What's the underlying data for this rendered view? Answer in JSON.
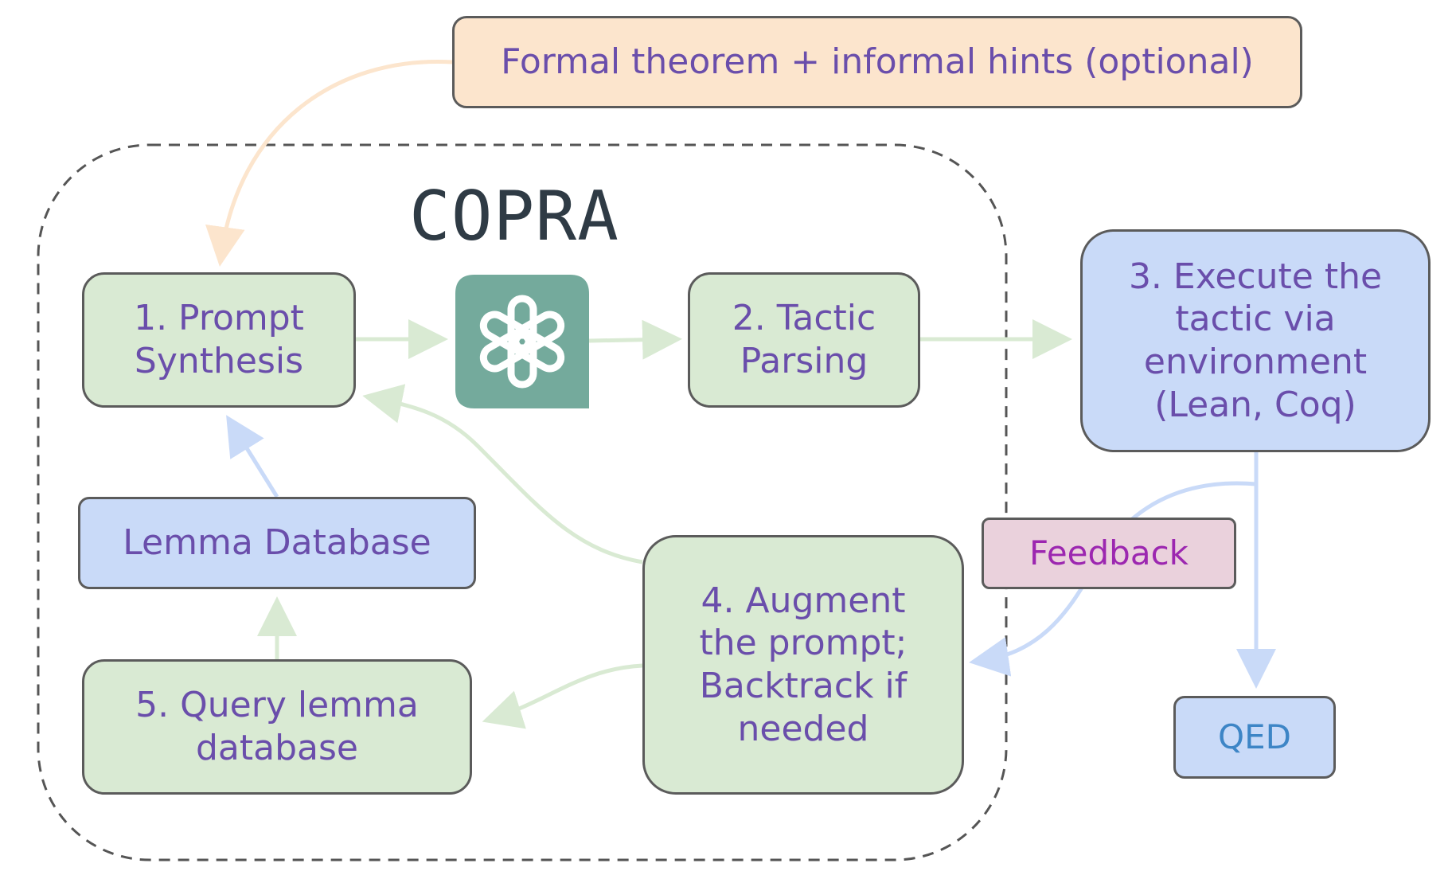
{
  "diagram": {
    "container_title": "COPRA",
    "nodes": {
      "input": "Formal theorem + informal hints (optional)",
      "prompt_synthesis": "1.  Prompt\nSynthesis",
      "tactic_parsing": "2. Tactic\nParsing",
      "execute": "3. Execute the\ntactic via\nenvironment\n(Lean, Coq)",
      "lemma_database": "Lemma Database",
      "query_lemma": "5.  Query lemma\ndatabase",
      "augment": "4.  Augment\nthe prompt;\nBacktrack if\nneeded",
      "feedback": "Feedback",
      "qed": "QED"
    },
    "icons": {
      "llm": "openai-logo-icon"
    },
    "colors": {
      "green_box": "#d9ead3",
      "blue_box": "#c9daf8",
      "peach_box": "#fce5cd",
      "pink_box": "#ead1dc",
      "text": "#6a4eab",
      "feedback_text": "#9c27b0",
      "qed_text": "#3d85c6",
      "logo_bg": "#74aa9c",
      "green_arrow": "#d9ead3",
      "blue_arrow": "#c9daf8",
      "peach_arrow": "#fce5cd"
    }
  }
}
